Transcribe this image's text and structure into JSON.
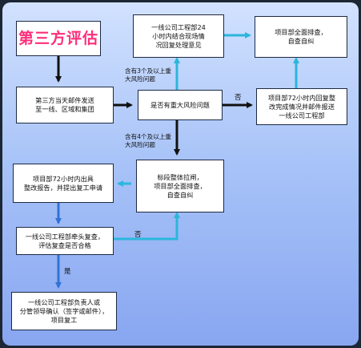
{
  "nodes": {
    "title": "第三方评估",
    "mail": "第三方当天邮件发送\n至一线、区域和集团",
    "question": "是否有重大风险问题",
    "pull": "一线公司工程部24\n小时内结合现场情\n况回复处理意见",
    "full_check_top": "项目部全面排查，\n自查自纠",
    "no_branch": "项目部72小时内回复整\n改完成情况并邮件报送\n一线公司工程部",
    "stop": "标段整体拉闸，\n项目部全面排查，\n自查自纠",
    "report": "项目部72小时内出具\n整改报告，并提出复工申请",
    "recheck": "一线公司工程部牵头复查，\n评估复查是否合格",
    "resume": "一线公司工程部负责人或\n分管领导确认（签字或邮件），\n项目复工"
  },
  "labels": {
    "three_or_more": "含有3个及以上重\n大风险问题",
    "no": "否",
    "four_or_more": "含有4个及以上重\n大风险问题",
    "recheck_no": "否",
    "yes": "是"
  },
  "colors": {
    "black_arrow": "#111111",
    "blue_arrow": "#2f73d6",
    "teal_arrow": "#2bb6dc",
    "title_text": "#ff2e7a"
  }
}
